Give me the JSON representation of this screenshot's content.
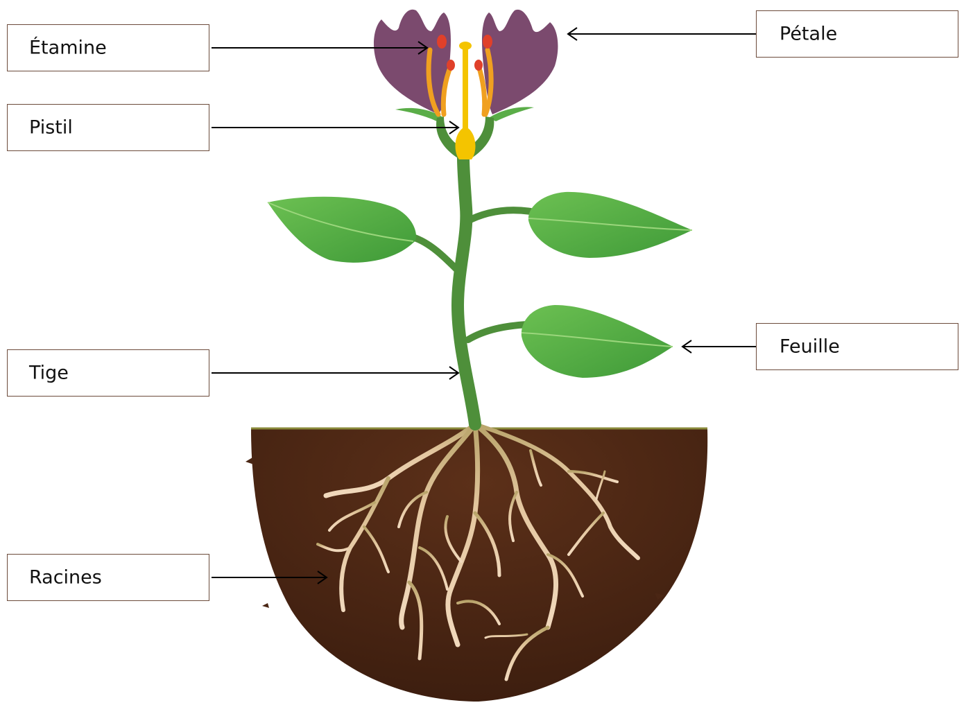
{
  "labels": {
    "etamine": "Étamine",
    "pistil": "Pistil",
    "tige": "Tige",
    "racines": "Racines",
    "petale": "Pétale",
    "feuille": "Feuille"
  },
  "colors": {
    "petal": "#7b4a6e",
    "stem": "#4e8f3a",
    "leaf": "#5aad48",
    "leaf_light": "#7cc45e",
    "soil": "#4a2614",
    "root": "#e9c9a4",
    "pistil": "#f4c400",
    "stamen_filament": "#f0a020",
    "anther": "#e0402a",
    "box_border": "#6b4a3a"
  }
}
